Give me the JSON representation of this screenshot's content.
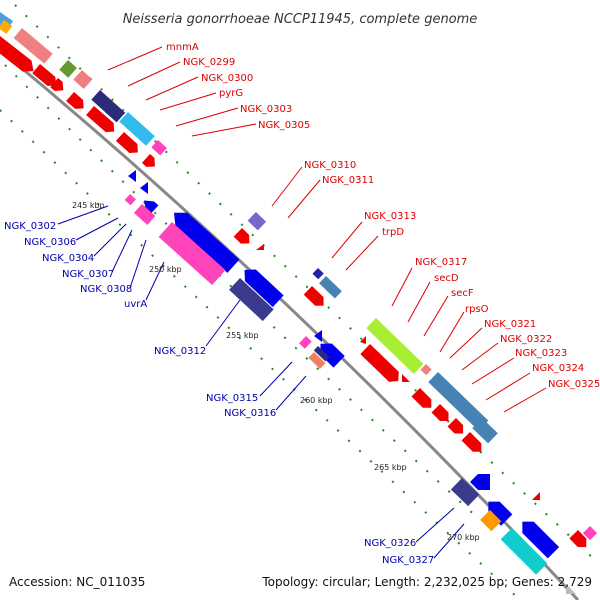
{
  "title": "Neisseria gonorrhoeae NCCP11945, complete genome",
  "footer": {
    "accession": "Accession: NC_011035",
    "summary": "Topology: circular; Length: 2,232,025 bp; Genes: 2,729"
  },
  "colors": {
    "forward_label": "#dd0000",
    "reverse_label": "#0000aa",
    "backbone": "#888888",
    "tick": "#228b22"
  },
  "scale_labels": [
    "245 kbp",
    "250 kbp",
    "255 kbp",
    "260 kbp",
    "265 kbp",
    "270 kbp"
  ],
  "forward_labels": [
    "mnmA",
    "NGK_0299",
    "NGK_0300",
    "pyrG",
    "NGK_0303",
    "NGK_0305",
    "NGK_0310",
    "NGK_0311",
    "NGK_0313",
    "trpD",
    "NGK_0317",
    "secD",
    "secF",
    "rpsO",
    "NGK_0321",
    "NGK_0322",
    "NGK_0323",
    "NGK_0324",
    "NGK_0325"
  ],
  "reverse_labels": [
    "NGK_0302",
    "NGK_0306",
    "NGK_0304",
    "NGK_0307",
    "NGK_0308",
    "uvrA",
    "NGK_0312",
    "NGK_0315",
    "NGK_0316",
    "NGK_0326",
    "NGK_0327"
  ]
}
